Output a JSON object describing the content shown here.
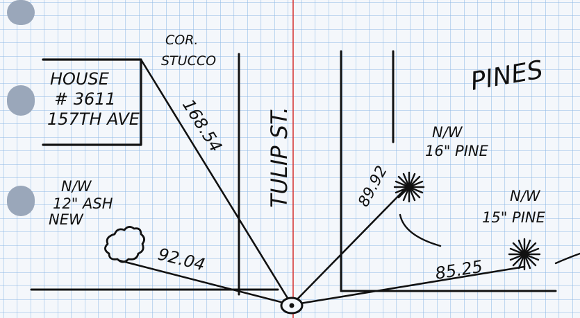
{
  "labels": {
    "house_l1": "HOUSE",
    "house_l2": "# 3611",
    "house_l3": "157TH AVE",
    "corner_l1": "COR.",
    "corner_l2": "STUCCO",
    "street": "TULIP ST.",
    "pines": "PINES",
    "ash_l1": "N/W",
    "ash_l2": "12\" ASH",
    "ash_l3": "NEW",
    "pine16_l1": "N/W",
    "pine16_l2": "16\" PINE",
    "pine15_l1": "N/W",
    "pine15_l2": "15\" PINE"
  },
  "distances": {
    "to_corner": "168.54",
    "to_ash": "92.04",
    "to_pine16": "89.92",
    "to_pine15": "85.25"
  },
  "colors": {
    "paper": "#f4f7fb",
    "grid": "#8fb9e6",
    "red_margin": "#d63a3a",
    "ink": "#111111",
    "ring_hole": "#9aa7ba"
  }
}
